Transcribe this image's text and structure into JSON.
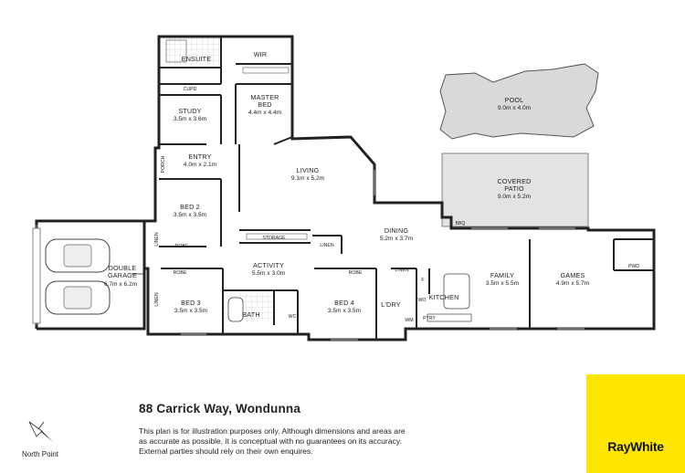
{
  "rooms": {
    "ensuite": "ENSUITE",
    "wir": "WIR",
    "cupd": "CUPD",
    "study": {
      "name": "STUDY",
      "dim": "3.5m x 3.6m"
    },
    "master": {
      "name1": "MASTER",
      "name2": "BED",
      "dim": "4.4m x 4.4m"
    },
    "entry": {
      "name": "ENTRY",
      "dim": "4.0m x 2.1m"
    },
    "porch": "PORCH",
    "living": {
      "name": "LIVING",
      "dim": "9.1m x 5.2m"
    },
    "pool": {
      "name": "POOL",
      "dim": "9.0m x 4.0m"
    },
    "patio": {
      "name1": "COVERED",
      "name2": "PATIO",
      "dim": "9.0m x 5.2m"
    },
    "bbq": "BBQ",
    "bed2": {
      "name": "BED 2",
      "dim": "3.5m x 3.5m"
    },
    "robe": "ROBE",
    "linen": "LINEN",
    "garage": {
      "name1": "DOUBLE",
      "name2": "GARAGE",
      "dim": "6.7m x 6.2m"
    },
    "storage": "STORAGE",
    "activity": {
      "name": "ACTIVITY",
      "dim": "5.5m x 3.0m"
    },
    "dining": {
      "name": "DINING",
      "dim": "5.2m x 3.7m"
    },
    "bed3": {
      "name": "BED 3",
      "dim": "3.5m x 3.5m"
    },
    "bath": "BATH",
    "wc": "WC",
    "bed4": {
      "name": "BED 4",
      "dim": "3.5m x 3.5m"
    },
    "ldry": "L'DRY",
    "f": "F",
    "wo": "WO",
    "wm": "WM",
    "kitchen": "KITCHEN",
    "ptry": "PTRY",
    "family": {
      "name": "FAMILY",
      "dim": "3.5m x 5.5m"
    },
    "games": {
      "name": "GAMES",
      "dim": "4.9m x 5.7m"
    },
    "pwd": "PWD"
  },
  "footer": {
    "address": "88 Carrick Way, Wondunna",
    "disclaimer_lines": [
      "This plan is for illustration purposes only.  Although dimensions and areas are",
      "as accurate as possible, it is conceptual with no guarantees on its accuracy.",
      "External parties should rely on their own enquires."
    ],
    "north": "North Point"
  },
  "brand": {
    "name": "RayWhite",
    "color": "#FFE600"
  },
  "icons": {
    "north": "north-arrow-icon",
    "tile": "floor-tile-icon"
  }
}
